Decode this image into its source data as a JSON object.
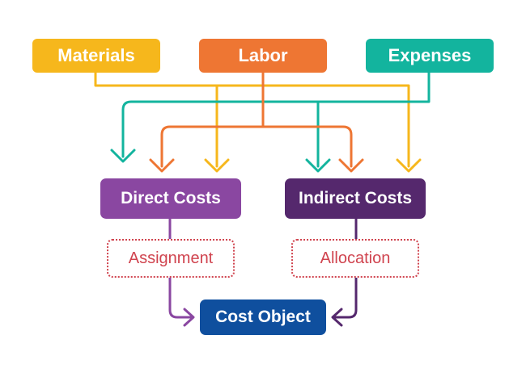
{
  "sources": {
    "materials": {
      "label": "Materials",
      "color": "#f6b71c"
    },
    "labor": {
      "label": "Labor",
      "color": "#ee7633"
    },
    "expenses": {
      "label": "Expenses",
      "color": "#13b49e"
    }
  },
  "costs": {
    "direct": {
      "label": "Direct Costs",
      "color": "#8a47a1"
    },
    "indirect": {
      "label": "Indirect Costs",
      "color": "#55286d"
    }
  },
  "methods": {
    "assignment": {
      "label": "Assignment",
      "color": "#d0444f"
    },
    "allocation": {
      "label": "Allocation",
      "color": "#d0444f"
    }
  },
  "target": {
    "label": "Cost Object",
    "color": "#0f4f9e"
  }
}
